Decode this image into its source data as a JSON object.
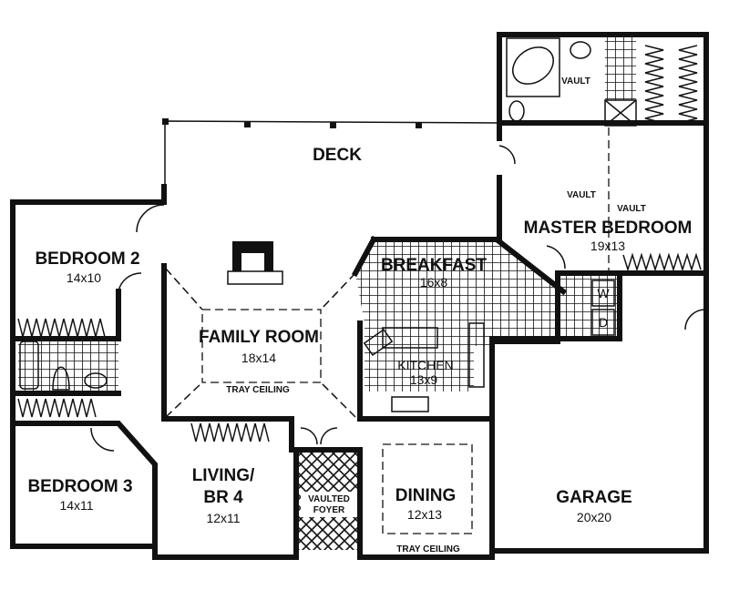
{
  "plan": {
    "title": "Floor Plan",
    "rooms": [
      {
        "id": "deck",
        "name": "DECK",
        "dims": ""
      },
      {
        "id": "master-bedroom",
        "name": "MASTER BEDROOM",
        "dims": "19x13"
      },
      {
        "id": "bedroom-2",
        "name": "BEDROOM 2",
        "dims": "14x10"
      },
      {
        "id": "family-room",
        "name": "FAMILY ROOM",
        "dims": "18x14",
        "note": "TRAY CEILING"
      },
      {
        "id": "breakfast",
        "name": "BREAKFAST",
        "dims": "16x8"
      },
      {
        "id": "kitchen",
        "name": "KITCHEN",
        "dims": "13x9"
      },
      {
        "id": "bedroom-3",
        "name": "BEDROOM 3",
        "dims": "14x11"
      },
      {
        "id": "living-br4",
        "name_line1": "LIVING/",
        "name_line2": "BR 4",
        "dims": "12x11"
      },
      {
        "id": "vaulted-foyer",
        "name_line1": "VAULTED",
        "name_line2": "FOYER"
      },
      {
        "id": "dining",
        "name": "DINING",
        "dims": "12x13",
        "note": "TRAY CEILING"
      },
      {
        "id": "garage",
        "name": "GARAGE",
        "dims": "20x20"
      }
    ],
    "annotations": {
      "vault_bath": "VAULT",
      "vault_left": "VAULT",
      "vault_right": "VAULT",
      "washer": "W",
      "dryer": "D"
    },
    "colors": {
      "ink": "#111111",
      "paper": "#ffffff"
    }
  }
}
